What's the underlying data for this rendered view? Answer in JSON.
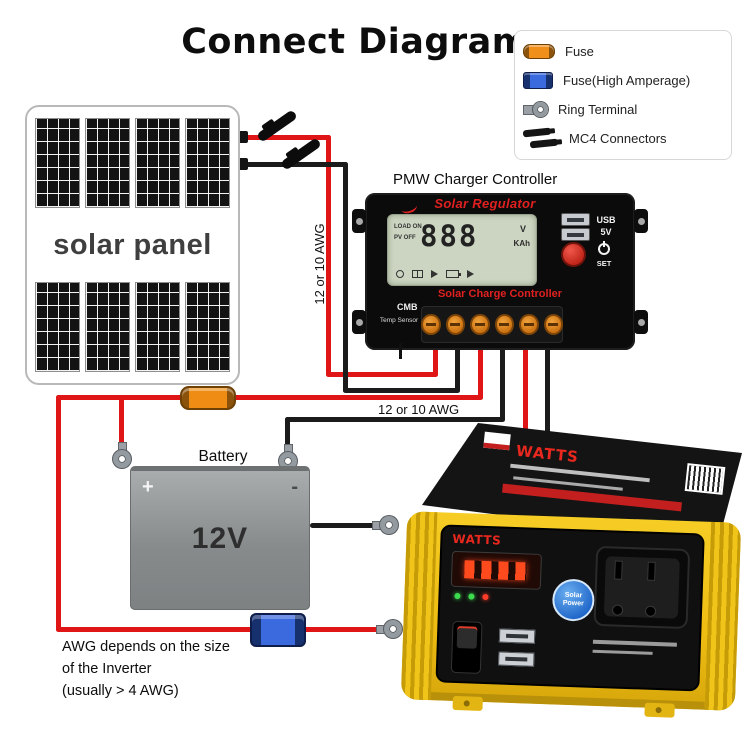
{
  "title": "Connect Diagram",
  "legend": {
    "items": [
      {
        "label": "Fuse",
        "icon": "fuse-icon"
      },
      {
        "label": "Fuse(High Amperage)",
        "icon": "fuse-high-amperage-icon"
      },
      {
        "label": "Ring Terminal",
        "icon": "ring-terminal-icon"
      },
      {
        "label": "MC4 Connectors",
        "icon": "mc4-connectors-icon"
      }
    ]
  },
  "solar": {
    "label": "solar panel"
  },
  "controller": {
    "heading": "PMW Charger Controller",
    "brand": "Solar Regulator",
    "lcd": {
      "load_on": "LOAD ON",
      "pv_off": "PV OFF",
      "value": "888",
      "unit_top": "V",
      "unit_bottom": "KAh"
    },
    "usb_line1": "USB",
    "usb_line2": "5V",
    "set_label": "SET",
    "subtitle": "Solar Charge Controller",
    "cmb": "CMB",
    "temp_sensor": "Temp Sensor"
  },
  "battery": {
    "heading": "Battery",
    "voltage": "12V",
    "plus": "+",
    "minus": "-"
  },
  "inverter": {
    "watts_label": "WATTS",
    "badge": "Solar Power"
  },
  "labels": {
    "awg_vertical": "12 or 10 AWG",
    "awg_horizontal": "12 or 10 AWG",
    "note1": "AWG depends on the size",
    "note2": "of the Inverter",
    "note3": "(usually  > 4 AWG)"
  },
  "colors": {
    "wire_red": "#e01616",
    "wire_black": "#1b1b1b",
    "fuse_orange": "#ef8c13",
    "fuse_blue": "#3b69de",
    "inverter_yellow": "#f2c41d",
    "accent_red": "#e02020"
  }
}
